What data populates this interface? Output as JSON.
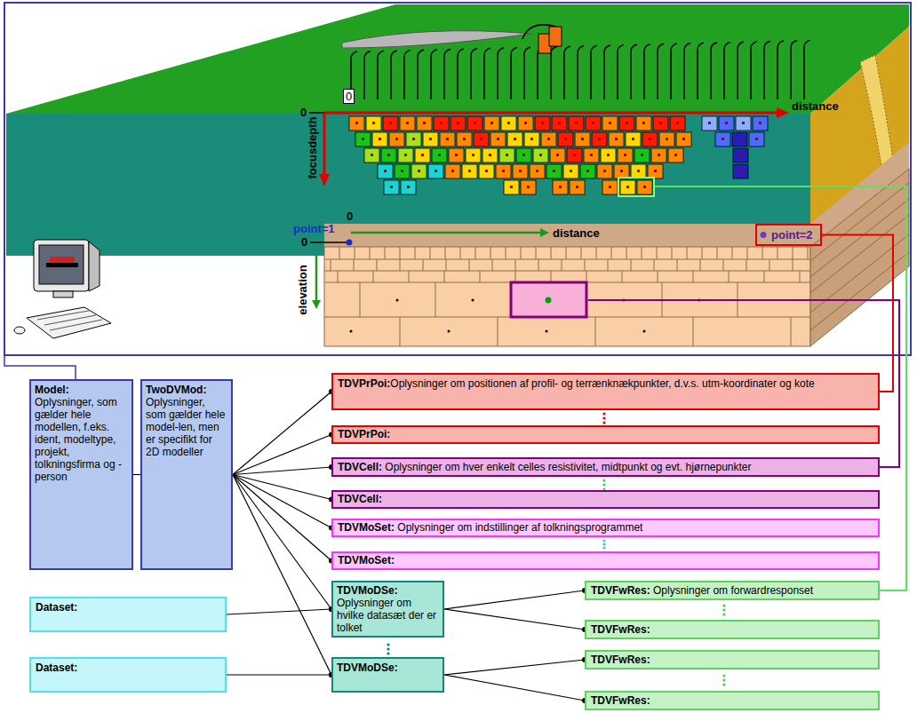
{
  "diagram": {
    "nodes": [
      {
        "text": [
          "point=2"
        ]
      },
      {
        "text": [
          "Model: Oplysninger, som gælder hele modellen, f.eks. ident, modeltype, projekt, tolkningsfirma og -person"
        ]
      },
      {
        "text": [
          "TwoDVMod: Oplysninger, som gælder hele model-len, men er specifikt for 2D modeller"
        ]
      },
      {
        "text": [
          "TDVPrPoi:Oplysninger om positionen af profil- og terrænknækpunkter, d.v.s. utm-koordinater og kote"
        ]
      },
      {
        "text": [
          "TDVPrPoi:"
        ]
      },
      {
        "text": [
          "TDVCell: Oplysninger om hver enkelt celles resistivitet, midtpunkt og evt. hjørnepunkter"
        ]
      },
      {
        "text": [
          "TDVCell:"
        ]
      },
      {
        "text": [
          "TDVMoSet: Oplysninger om indstillinger af tolkningsprogrammet"
        ]
      },
      {
        "text": [
          "TDVMoSet:"
        ]
      },
      {
        "text": [
          "Dataset:"
        ]
      },
      {
        "text": [
          "TDVMoDSe: Oplysninger om hvilke datasæt der er tolket"
        ]
      },
      {
        "text": [
          "TDVFwRes: Oplysninger om forwardresponset"
        ]
      },
      {
        "text": [
          "TDVFwRes:"
        ]
      },
      {
        "text": [
          "Dataset:"
        ]
      },
      {
        "text": [
          "TDVMoDSe:"
        ]
      },
      {
        "text": [
          "TDVFwRes:"
        ]
      },
      {
        "text": [
          "TDVFwRes:"
        ]
      }
    ],
    "edges": [
      {
        "from": 1,
        "to": 2,
        "arrow": "none"
      },
      {
        "from": 2,
        "to": 3,
        "arrow": "none"
      },
      {
        "from": 2,
        "to": 4,
        "arrow": "none"
      },
      {
        "from": 2,
        "to": 5,
        "arrow": "none"
      },
      {
        "from": 2,
        "to": 6,
        "arrow": "none"
      },
      {
        "from": 2,
        "to": 7,
        "arrow": "none"
      },
      {
        "from": 2,
        "to": 8,
        "arrow": "none"
      },
      {
        "from": 2,
        "to": 10,
        "arrow": "none"
      },
      {
        "from": 2,
        "to": 14,
        "arrow": "none"
      },
      {
        "from": 9,
        "to": 10,
        "arrow": "none"
      },
      {
        "from": 13,
        "to": 14,
        "arrow": "none"
      },
      {
        "from": 10,
        "to": 11,
        "arrow": "none"
      },
      {
        "from": 10,
        "to": 12,
        "arrow": "none"
      },
      {
        "from": 14,
        "to": 15,
        "arrow": "none"
      },
      {
        "from": 14,
        "to": 16,
        "arrow": "none"
      },
      {
        "from": 0,
        "to": 3,
        "arrow": "none"
      }
    ],
    "labels": [
      "0",
      "0",
      "distance",
      "focusdepth",
      "0",
      "point=1",
      "distance",
      "0",
      "elevation"
    ]
  }
}
